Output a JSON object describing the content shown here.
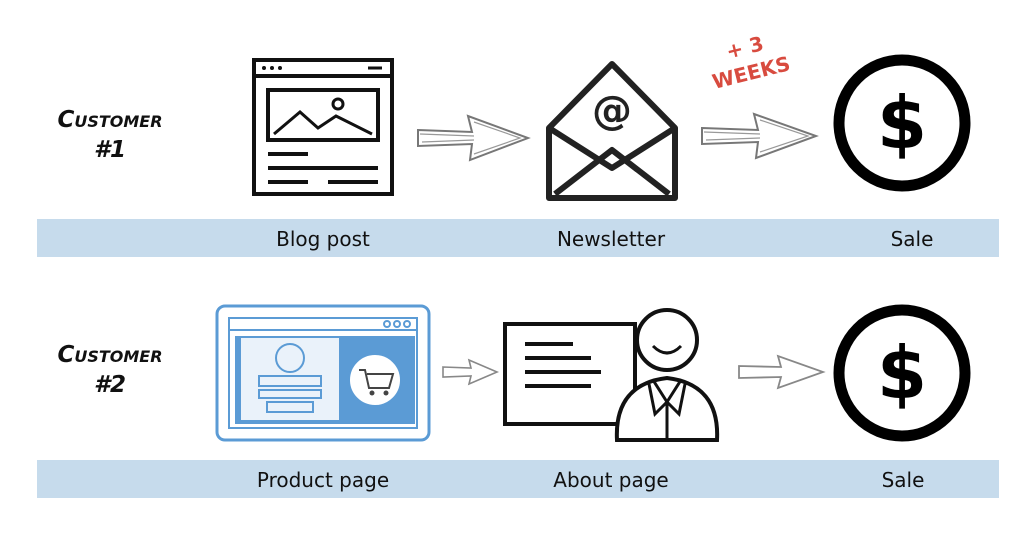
{
  "rows": [
    {
      "customer_line1": "Customer",
      "customer_line2": "#1",
      "labels": [
        "Blog post",
        "Newsletter",
        "Sale"
      ],
      "icons": [
        "browser-image-icon",
        "envelope-at-icon",
        "dollar-coin-icon"
      ]
    },
    {
      "customer_line1": "Customer",
      "customer_line2": "#2",
      "labels": [
        "Product page",
        "About page",
        "Sale"
      ],
      "icons": [
        "shop-page-icon",
        "about-profile-icon",
        "dollar-coin-icon"
      ]
    }
  ],
  "delay_note": {
    "line1": "+ 3",
    "line2": "weeks"
  },
  "colors": {
    "band": "#c6dbec",
    "note": "#d84b3f",
    "product_page": "#5b9bd5",
    "icon_stroke": "#111111"
  }
}
